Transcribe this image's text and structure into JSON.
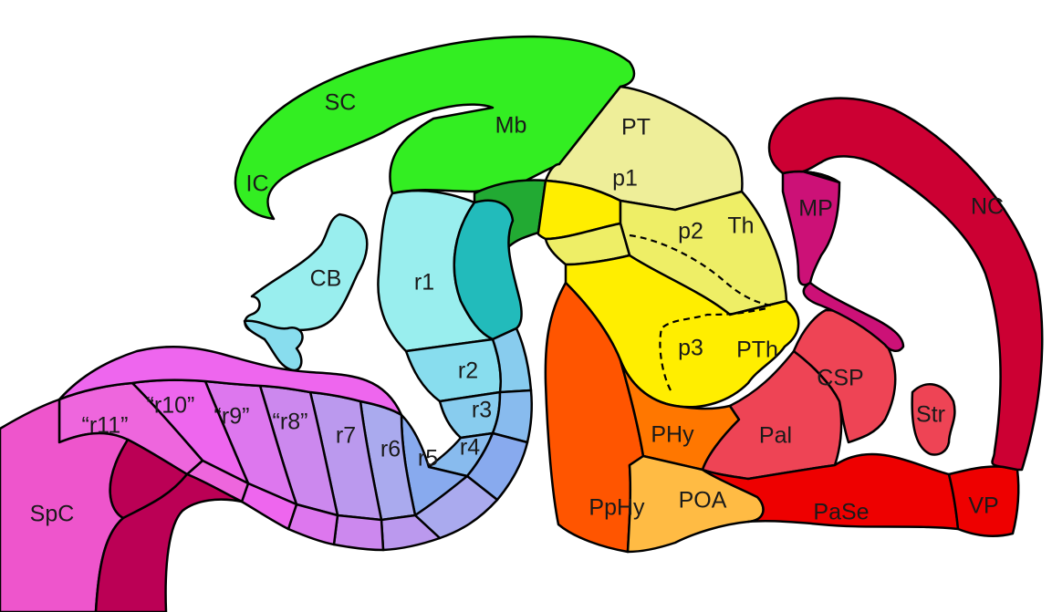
{
  "colors": {
    "midbrain": "#33ee22",
    "midbrain_dark": "#22aa33",
    "cerebellum": "#99eeee",
    "r1": "#99eeee",
    "isthmus": "#22bbbb",
    "r2": "#88ddee",
    "r3": "#88ccee",
    "r4": "#88bbee",
    "r5": "#88aaee",
    "r6": "#aaaaee",
    "r7": "#bb99ee",
    "r8": "#cc88ee",
    "r9": "#dd77ee",
    "r10": "#ee66ee",
    "r11": "#ee66dd",
    "spinal": "#ee55cc",
    "spinal_basal": "#bb0055",
    "pretectum": "#eeee99",
    "p1": "#eeee99",
    "p2": "#eeee66",
    "prethalamus": "#ffee00",
    "hypothalamus": "#ff7700",
    "peduncular_hypo": "#ff5500",
    "poa": "#ffbb44",
    "pallium": "#ee4455",
    "subpallium": "#ee0000",
    "medial_pallium": "#cc1177",
    "neocortex": "#cc0033"
  },
  "labels": {
    "SC": "SC",
    "IC": "IC",
    "Mb": "Mb",
    "CB": "CB",
    "r1": "r1",
    "r2": "r2",
    "r3": "r3",
    "r4": "r4",
    "r5": "r5",
    "r6": "r6",
    "r7": "r7",
    "r8": "“r8”",
    "r9": "“r9”",
    "r10": "“r10”",
    "r11": "“r11”",
    "SpC": "SpC",
    "PT": "PT",
    "p1": "p1",
    "p2": "p2",
    "Th": "Th",
    "p3": "p3",
    "PTh": "PTh",
    "PHy": "PHy",
    "PpHy": "PpHy",
    "POA": "POA",
    "Pal": "Pal",
    "CSP": "CSP",
    "PaSe": "PaSe",
    "VP": "VP",
    "Str": "Str",
    "MP": "MP",
    "NC": "NC"
  }
}
